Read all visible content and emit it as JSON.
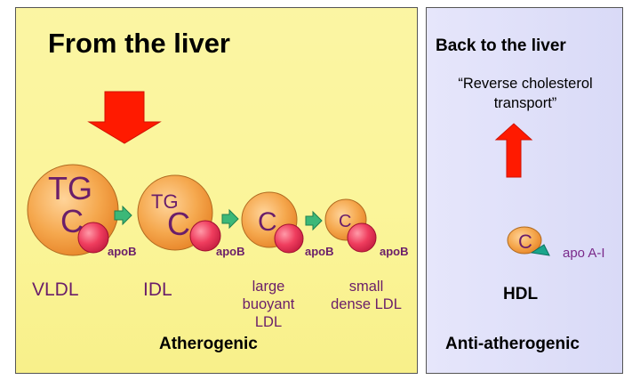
{
  "left_panel": {
    "title": "From the liver",
    "particles": [
      {
        "core_top": "TG",
        "core_bottom": "C",
        "apo": "apoB",
        "label": "VLDL"
      },
      {
        "core_top": "TG",
        "core_bottom": "C",
        "apo": "apoB",
        "label": "IDL"
      },
      {
        "core": "C",
        "apo": "apoB",
        "label_lines": [
          "large",
          "buoyant",
          "LDL"
        ]
      },
      {
        "core": "C",
        "apo": "apoB",
        "label_lines": [
          "small",
          "dense LDL"
        ]
      }
    ],
    "footer": "Atherogenic"
  },
  "right_panel": {
    "title": "Back to the liver",
    "subtitle_lines": [
      "“Reverse cholesterol",
      "transport”"
    ],
    "particle": {
      "core": "C",
      "apo": "apo A-I",
      "label": "HDL"
    },
    "footer": "Anti-atherogenic"
  },
  "colors": {
    "left_bg": "#fbf59a",
    "right_bg": "#dcdcf8",
    "particle_orange": "#f5a84e",
    "apo_pink": "#ef3d5e",
    "arrow_red": "#ff1a00",
    "small_arrow_green": "#3cb878",
    "label_purple": "#6a1e6a",
    "apoa1_teal": "#1aa58c"
  }
}
